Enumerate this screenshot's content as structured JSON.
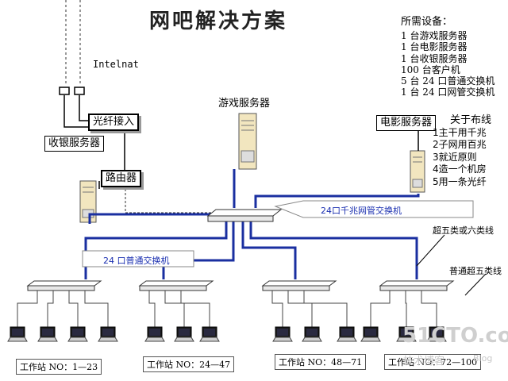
{
  "title": "网吧解决方案",
  "requirements": {
    "heading": "所需设备：",
    "items": [
      "1 台游戏服务器",
      "1 台电影服务器",
      "1 台收银服务器",
      "100 台客户机",
      "5 台 24 口普通交换机",
      "1 台 24 口网管交换机"
    ]
  },
  "internet_label": "Intelnat",
  "nodes": {
    "fiber_access": "光纤接入",
    "cashier_server": "收银服务器",
    "router": "路由器",
    "game_server": "游戏服务器",
    "movie_server": "电影服务器",
    "core_switch": "24口千兆网管交换机",
    "access_switch": "24 口普通交换机"
  },
  "wiring_notes": {
    "heading": "关于布线",
    "items": [
      "1主干用千兆",
      "2子网用百兆",
      "3就近原则",
      "4造一个机房",
      "5用一条光纤"
    ]
  },
  "cables": {
    "backbone": "超五类或六类线",
    "normal": "普通超五类线"
  },
  "workstations": [
    "工作站 NO：1—23",
    "工作站 NO：24—47",
    "工作站 NO：48—71",
    "工作站 NO：72—100"
  ],
  "watermark": {
    "site": "51CTO.com",
    "sub": "技术博客",
    "blog": "Blog"
  },
  "colors": {
    "backbone_line": "#1a2fa0",
    "thin_line": "#444444",
    "server_body": "#f2e6bf"
  }
}
